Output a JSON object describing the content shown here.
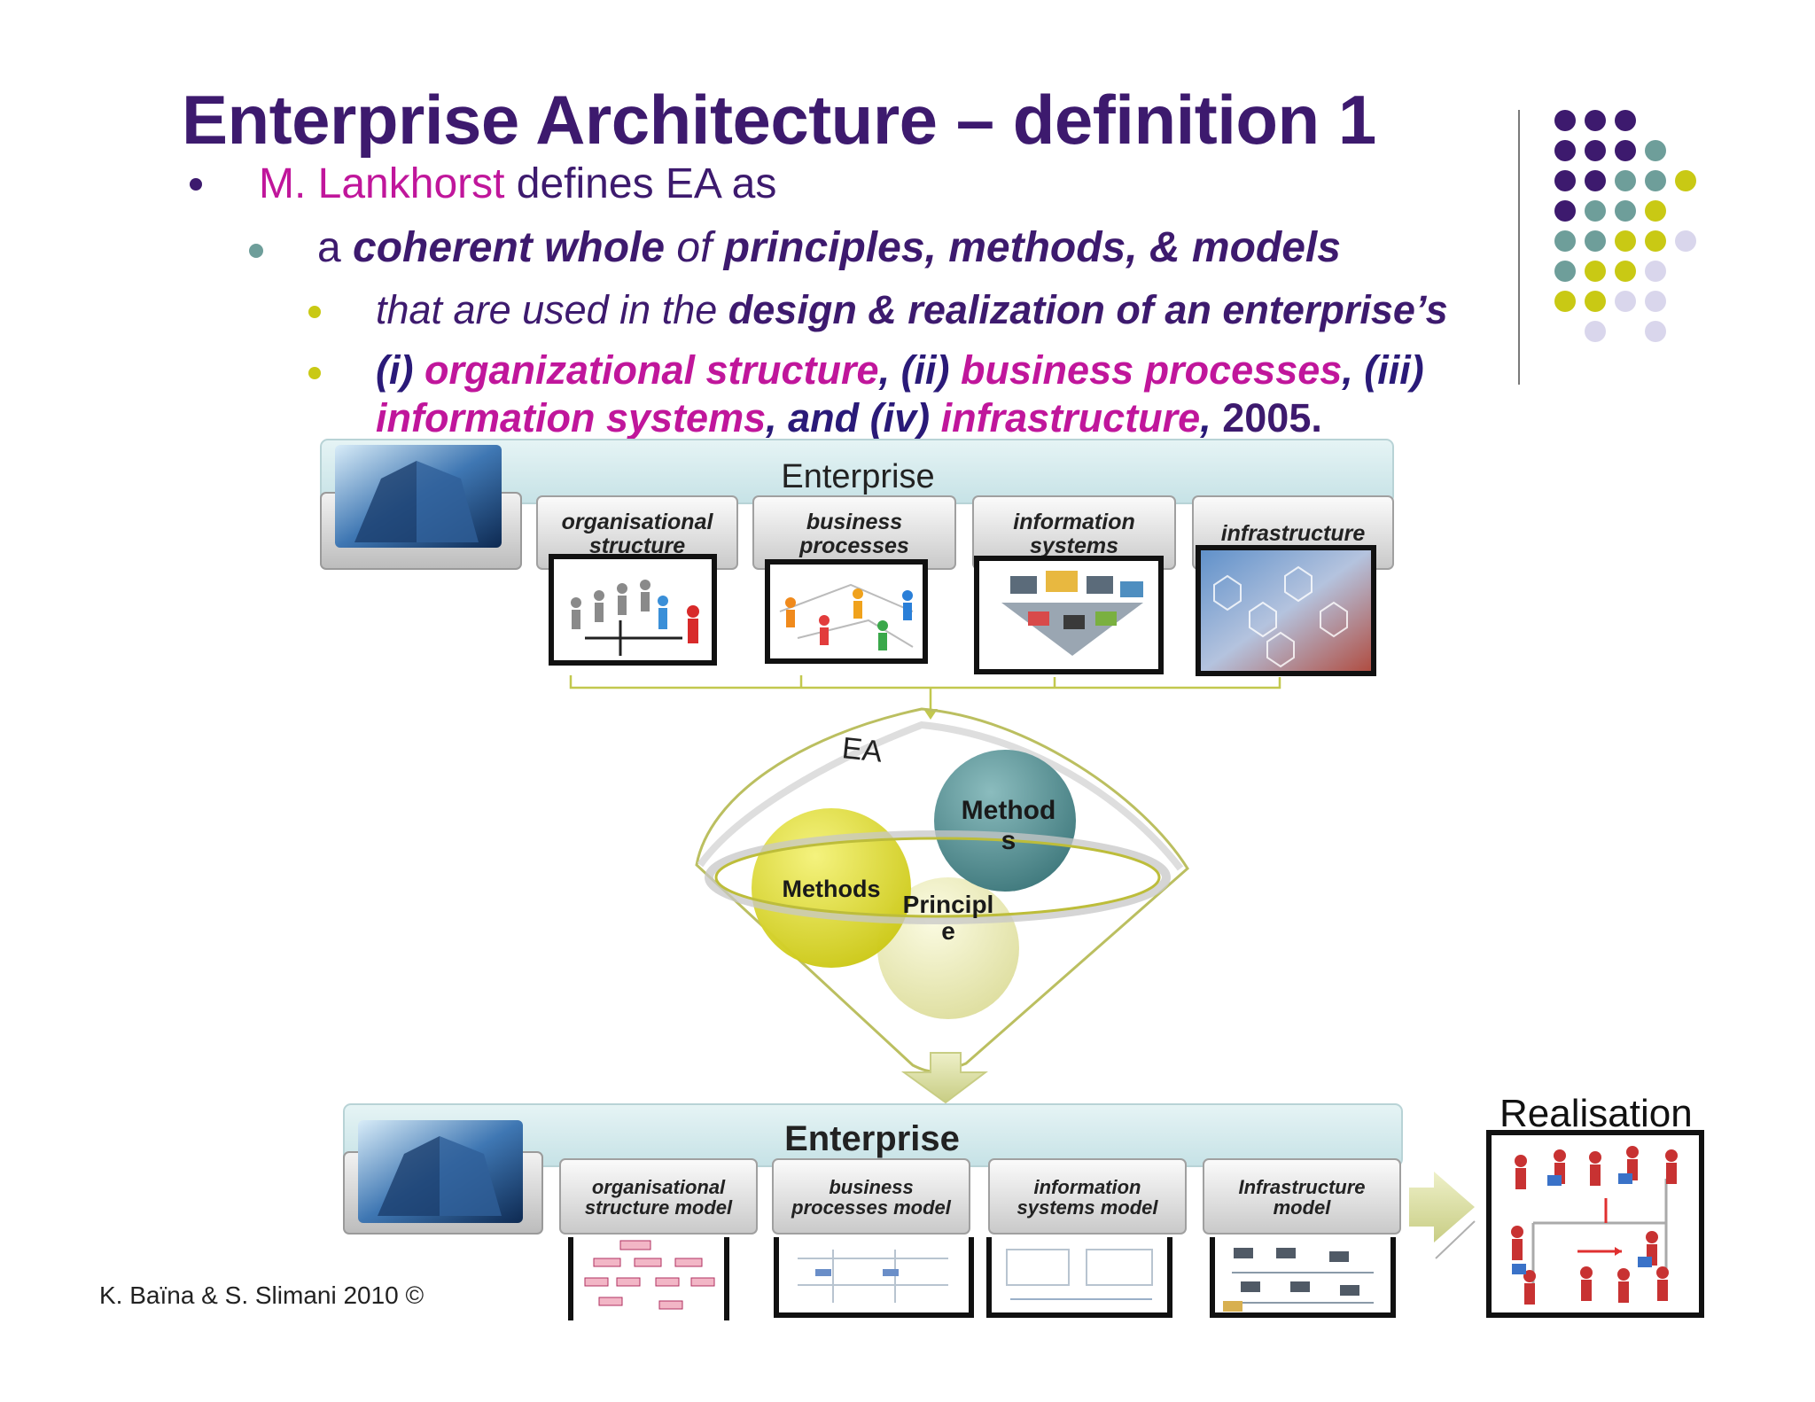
{
  "slide": {
    "title": "Enterprise Architecture – definition 1",
    "line1": {
      "author": "M. Lankhorst",
      "rest": " defines EA as"
    },
    "line2": {
      "a": "a ",
      "coherent": "coherent whole",
      "of": " of ",
      "pmm": "principles, methods, & models"
    },
    "line3": {
      "pre": "that are used in the ",
      "bold": "design & realization of an enterprise’s"
    },
    "line4": {
      "i": "(i) ",
      "org": "organizational structure",
      "ii": ", (ii) ",
      "bp": "business processes",
      "iii": ", (iii)"
    },
    "line5": {
      "is": "information systems",
      "iv": ", and (iv) ",
      "infra": "infrastructure",
      "comma": ", ",
      "year": "2005",
      "period": "."
    }
  },
  "colors": {
    "title": "#3d1a6e",
    "magenta": "#c0169b",
    "purple_dot": "#3d1a6e",
    "teal_dot": "#6e9e9a",
    "lime_dot": "#c9c914",
    "lavender_dot": "#d9d6ec"
  },
  "diagram": {
    "top": {
      "title": "Enterprise",
      "tabs": [
        {
          "line1": "organisational",
          "line2": "structure"
        },
        {
          "line1": "business",
          "line2": "processes"
        },
        {
          "line1": "information",
          "line2": "systems"
        },
        {
          "line1": "infrastructure",
          "line2": ""
        }
      ]
    },
    "funnel": {
      "label": "EA",
      "circle_teal": {
        "line1": "Method",
        "line2": "s"
      },
      "circle_yellow": "Methods",
      "circle_pale": {
        "line1": "Principl",
        "line2": "e"
      }
    },
    "bottom": {
      "title": "Enterprise",
      "tabs": [
        {
          "line1": "organisational",
          "line2": "structure model"
        },
        {
          "line1": "business",
          "line2": "processes model"
        },
        {
          "line1": "information",
          "line2": "systems model"
        },
        {
          "line1": "Infrastructure",
          "line2": "model"
        }
      ]
    },
    "realisation": "Realisation"
  },
  "footer": "K. Baïna & S. Slimani 2010 ©"
}
